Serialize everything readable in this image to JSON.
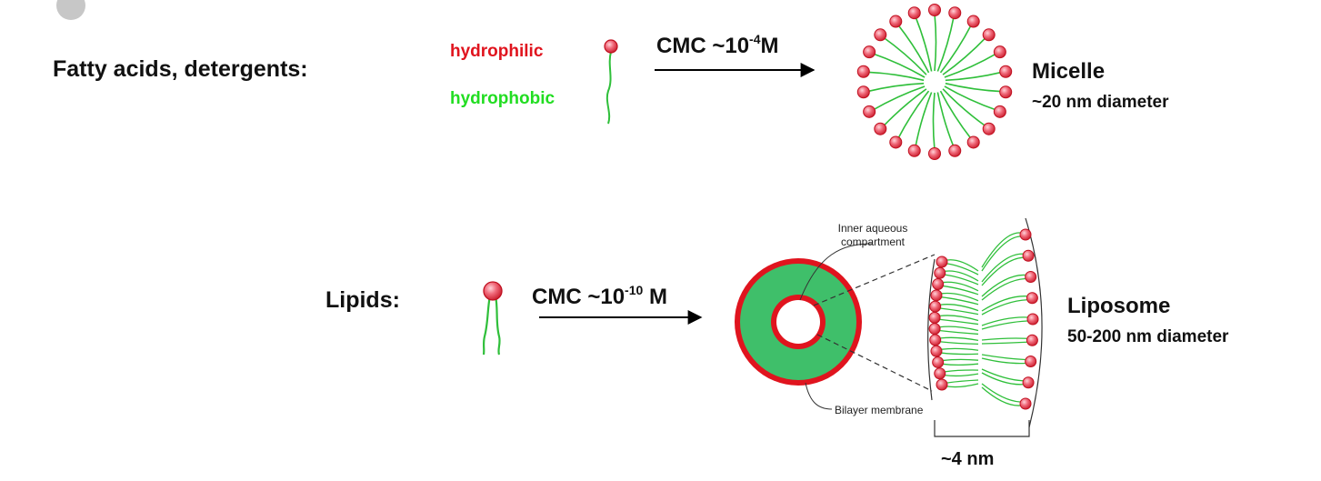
{
  "row1": {
    "label": "Fatty acids, detergents:",
    "head_label": "hydrophilic",
    "tail_label": "hydrophobic",
    "arrow_label_base": "CMC ~10",
    "arrow_label_exp": "-4",
    "arrow_label_unit": "M",
    "result_title": "Micelle",
    "result_subtitle": "~20 nm diameter"
  },
  "row2": {
    "label": "Lipids:",
    "arrow_label_base": "CMC ~10",
    "arrow_label_exp": "-10",
    "arrow_label_unit": " M",
    "inner_label_line1": "Inner aqueous",
    "inner_label_line2": "compartment",
    "bilayer_label": "Bilayer membrane",
    "scale_label": "~4 nm",
    "result_title": "Liposome",
    "result_subtitle": "50-200 nm diameter"
  },
  "colors": {
    "hydrophilic": "#e0141e",
    "hydrophobic": "#22dd22",
    "head_fill": "#f07080",
    "head_stroke": "#c01020",
    "tail": "#2fbf3a",
    "ring_red": "#e0141e",
    "ring_green": "#3fbf6a",
    "corner_dot": "#c7c7c7"
  }
}
